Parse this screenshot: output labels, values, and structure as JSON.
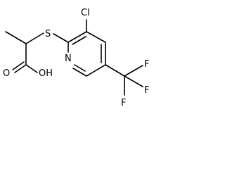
{
  "molecule": {
    "atoms": {
      "chlorine": "Cl",
      "sulfur": "S",
      "nitrogen": "N",
      "hydroxyl": "OH",
      "carbonyl_oxygen": "O",
      "fluorine_1": "F",
      "fluorine_2": "F",
      "fluorine_3": "F"
    },
    "colors": {
      "bond": "#000000",
      "label": "#000000",
      "background": "#ffffff"
    }
  }
}
